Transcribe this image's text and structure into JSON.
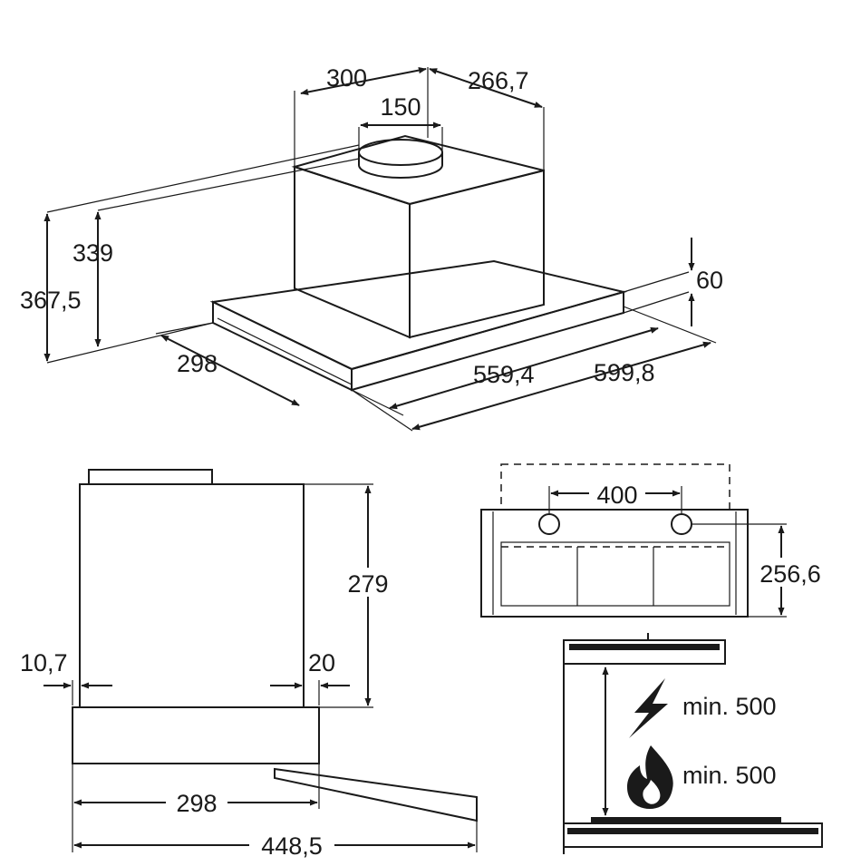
{
  "dimensions": {
    "top_width": "300",
    "top_depth": "266,7",
    "outlet_diameter": "150",
    "height_339": "339",
    "height_total": "367,5",
    "depth_298": "298",
    "width_559": "559,4",
    "width_599": "599,8",
    "panel_60": "60",
    "side_height": "279",
    "side_10_7": "10,7",
    "side_20": "20",
    "side_298": "298",
    "side_448": "448,5",
    "hole_spacing": "400",
    "hole_height": "256,6"
  },
  "clearance": {
    "electric": "min. 500",
    "gas": "min. 500"
  },
  "icons": {
    "electric": "lightning-icon",
    "gas": "flame-icon"
  }
}
